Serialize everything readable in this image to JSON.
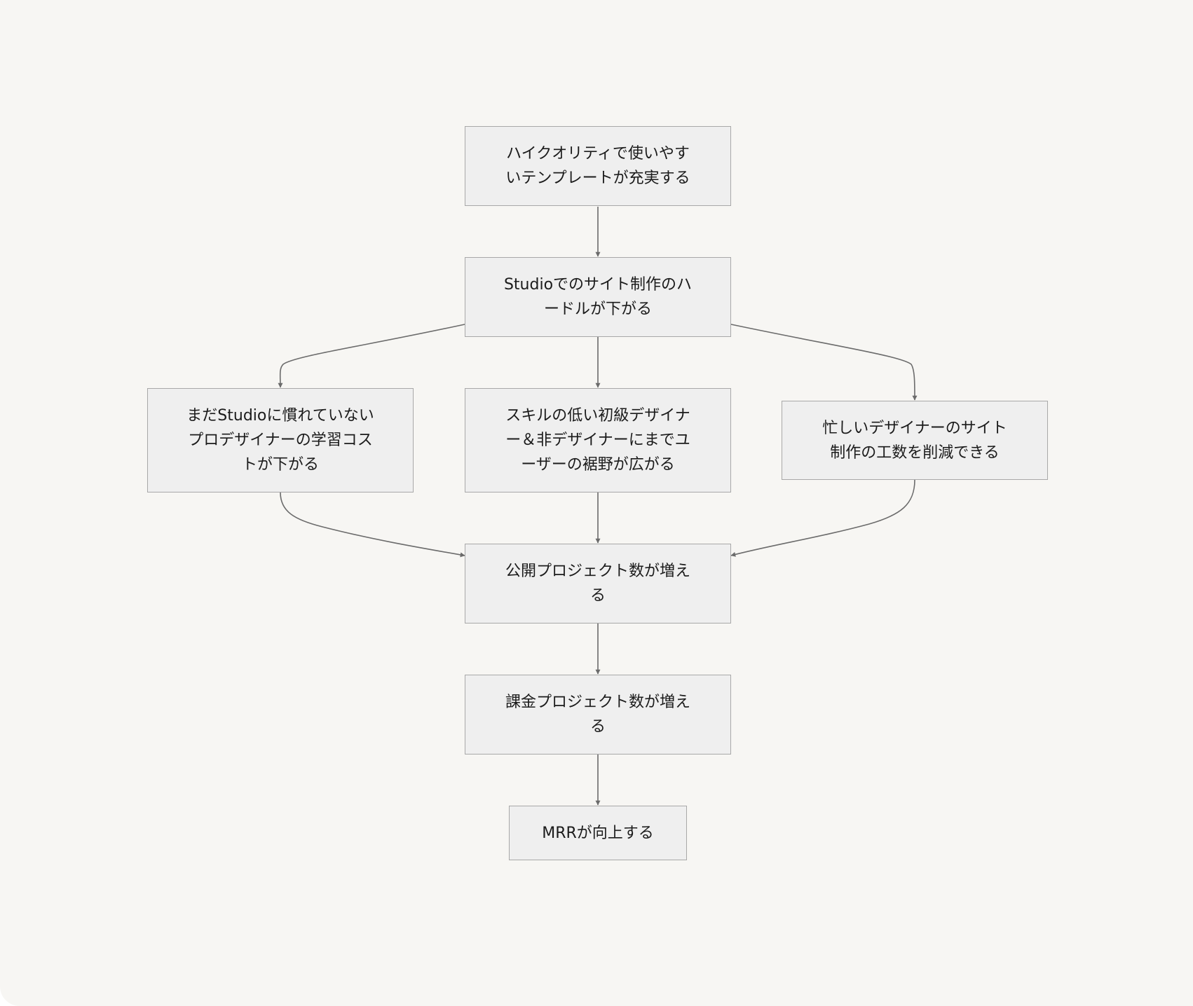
{
  "nodes": {
    "n1": "ハイクオリティで使いやす\nいテンプレートが充実する",
    "n2": "Studioでのサイト制作のハ\nードルが下がる",
    "n3": "まだStudioに慣れていない\nプロデザイナーの学習コス\nトが下がる",
    "n4": "スキルの低い初級デザイナ\nー＆非デザイナーにまでユ\nーザーの裾野が広がる",
    "n5": "忙しいデザイナーのサイト\n制作の工数を削減できる",
    "n6": "公開プロジェクト数が増え\nる",
    "n7": "課金プロジェクト数が増え\nる",
    "n8": "MRRが向上する"
  },
  "edges": [
    [
      "n1",
      "n2"
    ],
    [
      "n2",
      "n3"
    ],
    [
      "n2",
      "n4"
    ],
    [
      "n2",
      "n5"
    ],
    [
      "n3",
      "n6"
    ],
    [
      "n4",
      "n6"
    ],
    [
      "n5",
      "n6"
    ],
    [
      "n6",
      "n7"
    ],
    [
      "n7",
      "n8"
    ]
  ],
  "colors": {
    "background": "#f7f6f3",
    "node_fill": "#efefef",
    "node_border": "#a8a8a8",
    "edge": "#6b6b6b",
    "text": "#1b1b1b"
  }
}
